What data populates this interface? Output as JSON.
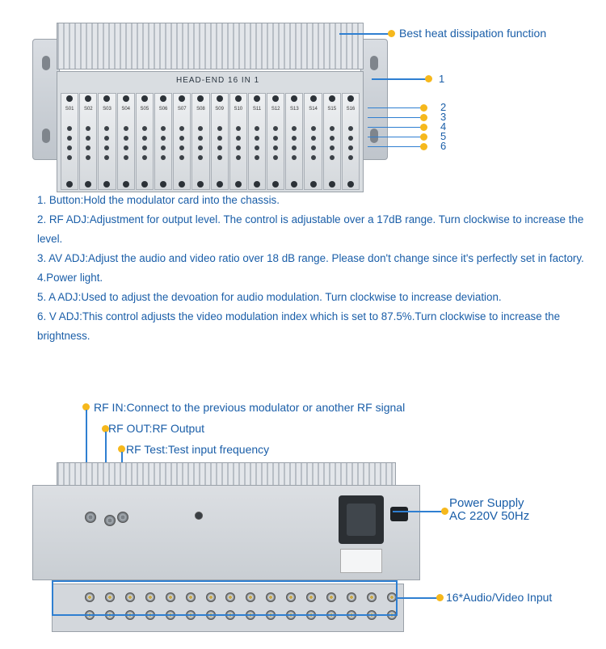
{
  "front": {
    "chassis_label": "HEAD-END 16 IN 1",
    "card_numbers": [
      "S01",
      "S02",
      "S03",
      "S04",
      "S05",
      "S06",
      "S07",
      "S08",
      "S09",
      "S10",
      "S11",
      "S12",
      "S13",
      "S14",
      "S15",
      "S16"
    ],
    "heat_callout": "Best heat dissipation function",
    "numbers": [
      "1",
      "2",
      "3",
      "4",
      "5",
      "6"
    ]
  },
  "descriptions": [
    "1. Button:Hold the modulator card into the chassis.",
    "2. RF ADJ:Adjustment for output level. The control is adjustable over a 17dB range. Turn clockwise to increase the level.",
    "3. AV ADJ:Adjust the audio and video ratio over 18 dB range. Please don't change since it's perfectly set in factory.",
    "4.Power light.",
    "5. A ADJ:Used to adjust the devoation for audio modulation. Turn clockwise to increase deviation.",
    "6. V ADJ:This control adjusts the video modulation index which is set to 87.5%.Turn clockwise to increase the brightness."
  ],
  "rear": {
    "rf_in": "RF IN:Connect to the previous modulator or another RF signal",
    "rf_out": "RF OUT:RF Output",
    "rf_test": "RF Test:Test input frequency",
    "power_line1": "Power Supply",
    "power_line2": "AC 220V 50Hz",
    "av_input": "16*Audio/Video Input"
  },
  "colors": {
    "text": "#1a5ea8",
    "line": "#2f7fd1",
    "dot": "#f6b81c"
  }
}
